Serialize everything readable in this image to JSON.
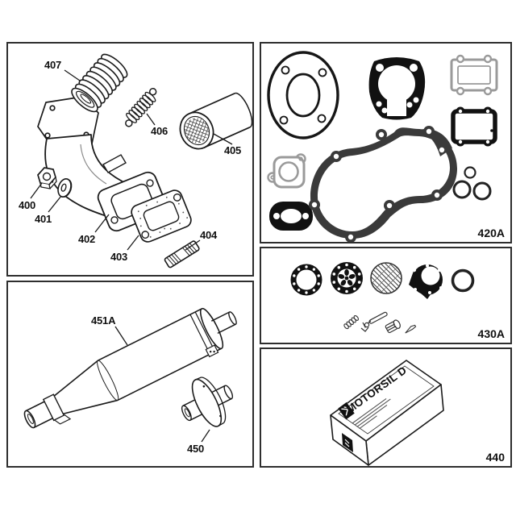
{
  "document": {
    "type": "engine-parts-exploded-diagram"
  },
  "colors": {
    "ink": "#1a1a1a",
    "black_fill": "#111111",
    "gray_gasket": "#999999",
    "dark_gasket": "#3a3a3a",
    "panel_border": "#2e2e2e",
    "background": "#ffffff"
  },
  "panels": {
    "exhaust": {
      "callouts": {
        "c400": "400",
        "c401": "401",
        "c402": "402",
        "c403": "403",
        "c404": "404",
        "c405": "405",
        "c406": "406",
        "c407": "407"
      }
    },
    "gasket_set": {
      "corner_label": "420A"
    },
    "carb_kit": {
      "corner_label": "430A"
    },
    "muffler": {
      "callouts": {
        "c451a": "451A",
        "c450": "450"
      }
    },
    "sealant": {
      "corner_label": "440",
      "box_brand": "MOTORSIL D"
    }
  }
}
